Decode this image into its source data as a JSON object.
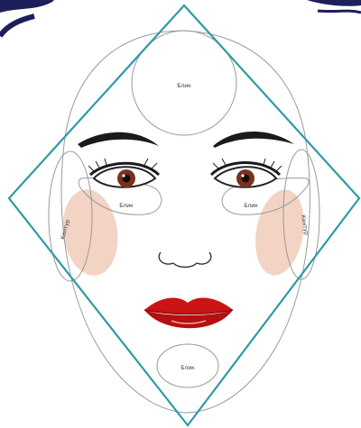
{
  "diagram": {
    "labels": {
      "forehead_highlight": "Блик",
      "under_eye_left_highlight": "Блик",
      "under_eye_right_highlight": "Блик",
      "chin_highlight": "Блик",
      "contour_left": "Контур",
      "contour_right": "Контур"
    },
    "colors": {
      "diamond": "#2f9aa3",
      "face_outline": "#9a9a9a",
      "contour_fill": "#f3d3c4",
      "lips": "#cc1414",
      "lips_dark": "#8a0a0a",
      "brows": "#1a1a1a",
      "iris": "#7a3020",
      "corner_swoosh": "#1c1f5a"
    }
  }
}
